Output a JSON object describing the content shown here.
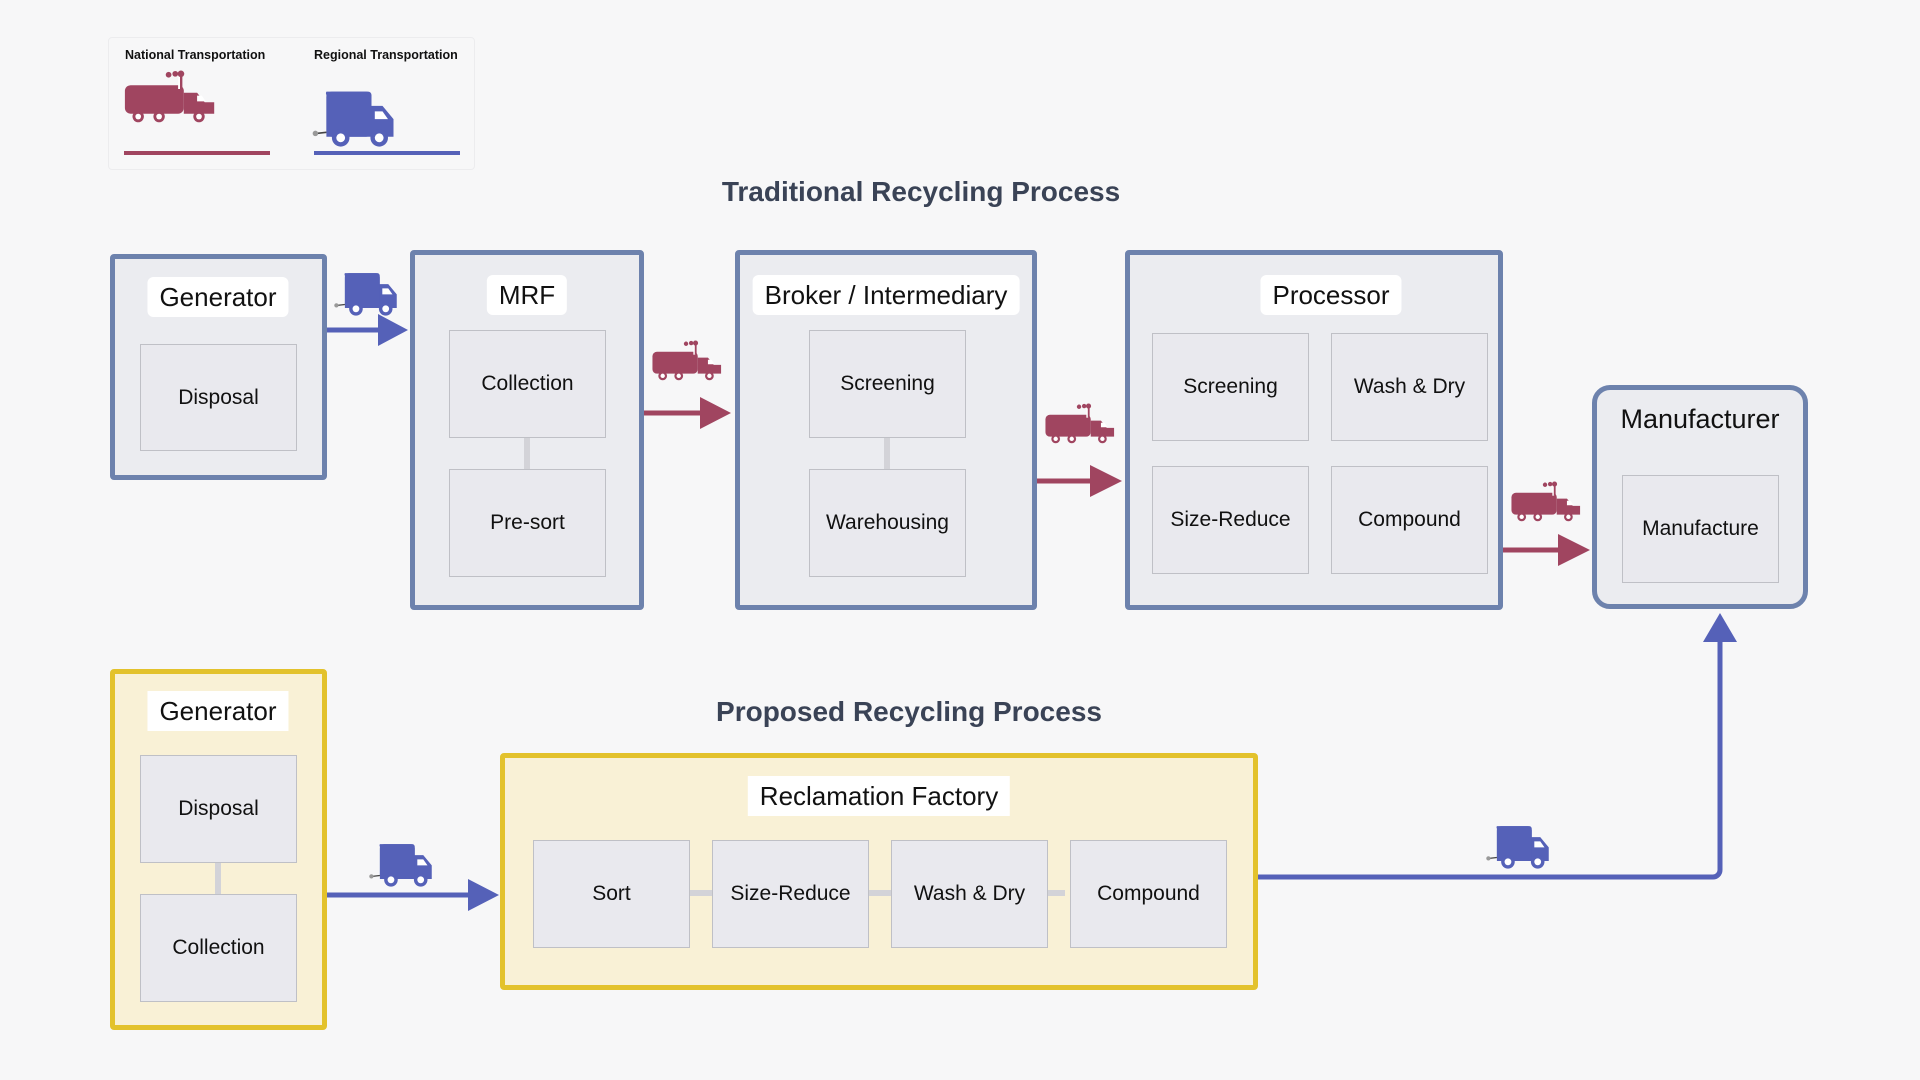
{
  "colors": {
    "national": "#a04560",
    "regional": "#5561b8",
    "traditional_border": "#6d82ad",
    "proposed_border": "#e3c22c",
    "title": "#3a4356"
  },
  "legend": {
    "items": [
      {
        "label": "National Transportation",
        "icon": "smoking-truck-icon",
        "color": "#a04560"
      },
      {
        "label": "Regional Transportation",
        "icon": "delivery-truck-icon",
        "color": "#5561b8"
      }
    ]
  },
  "traditional": {
    "title": "Traditional Recycling Process",
    "stages": {
      "generator": {
        "label": "Generator",
        "steps": [
          "Disposal"
        ]
      },
      "mrf": {
        "label": "MRF",
        "steps": [
          "Collection",
          "Pre-sort"
        ]
      },
      "broker": {
        "label": "Broker / Intermediary",
        "steps": [
          "Screening",
          "Warehousing"
        ]
      },
      "processor": {
        "label": "Processor",
        "steps": [
          "Screening",
          "Wash  & Dry",
          "Size-Reduce",
          "Compound"
        ]
      },
      "manufacturer": {
        "label": "Manufacturer",
        "steps": [
          "Manufacture"
        ]
      }
    },
    "links": [
      {
        "from": "Generator",
        "to": "MRF",
        "transport": "regional"
      },
      {
        "from": "MRF",
        "to": "Broker / Intermediary",
        "transport": "national"
      },
      {
        "from": "Broker / Intermediary",
        "to": "Processor",
        "transport": "national"
      },
      {
        "from": "Processor",
        "to": "Manufacturer",
        "transport": "national"
      }
    ]
  },
  "proposed": {
    "title": "Proposed Recycling Process",
    "stages": {
      "generator": {
        "label": "Generator",
        "steps": [
          "Disposal",
          "Collection"
        ]
      },
      "factory": {
        "label": "Reclamation Factory",
        "steps": [
          "Sort",
          "Size-Reduce",
          "Wash & Dry",
          "Compound"
        ]
      }
    },
    "links": [
      {
        "from": "Generator",
        "to": "Reclamation Factory",
        "transport": "regional"
      },
      {
        "from": "Reclamation Factory",
        "to": "Manufacturer",
        "transport": "regional"
      }
    ]
  }
}
